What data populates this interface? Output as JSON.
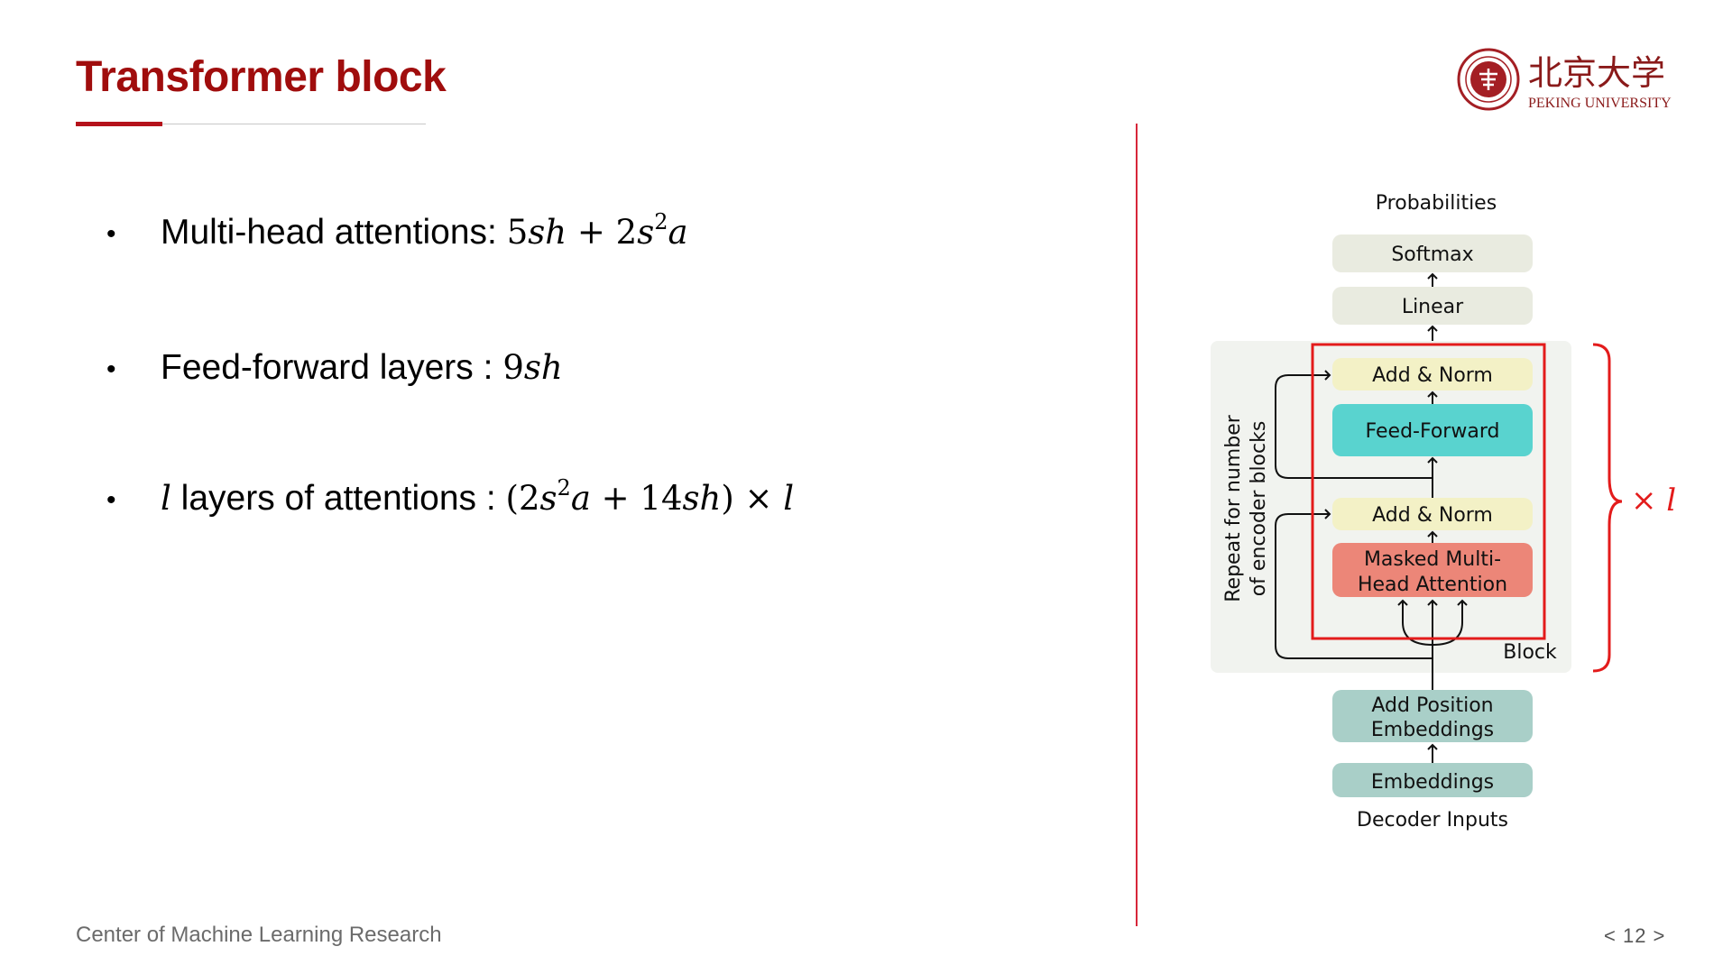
{
  "slide": {
    "title": "Transformer block",
    "footer": "Center of Machine Learning Research",
    "page_number": "< 12 >"
  },
  "logo": {
    "chinese_name": "北京大学",
    "english_name": "PEKING UNIVERSITY"
  },
  "bullets": [
    {
      "label": "Multi-head attentions: ",
      "formula": "5sh + 2s²a"
    },
    {
      "label": "Feed-forward layers : ",
      "formula": "9sh"
    },
    {
      "label": " layers of attentions : ",
      "var": "l",
      "formula": "(2s²a + 14sh) × l"
    }
  ],
  "diagram": {
    "probabilities": "Probabilities",
    "softmax": "Softmax",
    "linear": "Linear",
    "add_norm_top": "Add & Norm",
    "feed_forward": "Feed-Forward",
    "add_norm_bottom": "Add & Norm",
    "masked_line1": "Masked Multi-",
    "masked_line2": "Head Attention",
    "block_label": "Block",
    "repeat_line1": "Repeat  for number",
    "repeat_line2": "of encoder blocks",
    "add_pos_line1": "Add Position",
    "add_pos_line2": "Embeddings",
    "embeddings": "Embeddings",
    "decoder_inputs": "Decoder Inputs",
    "times_l": "× l"
  },
  "colors": {
    "title": "#a00d0d",
    "accent_red": "#e31b1b",
    "softmax_linear_fill": "#e9ebe0",
    "add_norm_fill": "#f3f1c6",
    "feed_forward_fill": "#59d3cf",
    "masked_attention_fill": "#ec8678",
    "embedding_fill": "#a9cfc8",
    "block_background": "#f1f3ef"
  }
}
